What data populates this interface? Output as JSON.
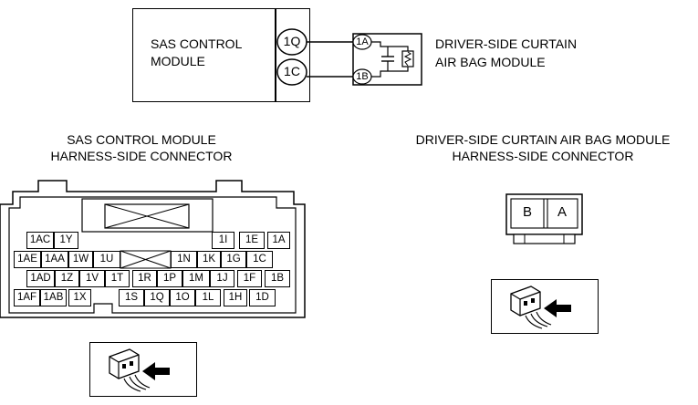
{
  "wiring": {
    "module_line1": "SAS CONTROL",
    "module_line2": "MODULE",
    "terminal_top": "1Q",
    "terminal_bottom": "1C",
    "airbag_terminal_top": "1A",
    "airbag_terminal_bottom": "1B",
    "airbag_line1": "DRIVER-SIDE CURTAIN",
    "airbag_line2": "AIR BAG MODULE"
  },
  "sas_connector": {
    "title_line1": "SAS CONTROL MODULE",
    "title_line2": "HARNESS-SIDE CONNECTOR",
    "row1_left": [
      "1AC",
      "1Y"
    ],
    "row1_right": [
      "1I",
      "1E",
      "1A"
    ],
    "row2_left": [
      "1AE",
      "1AA",
      "1W",
      "1U"
    ],
    "row2_right": [
      "1N",
      "1K",
      "1G",
      "1C"
    ],
    "row3": [
      "1AD",
      "1Z",
      "1V",
      "1T",
      "1R",
      "1P",
      "1M",
      "1J",
      "1F",
      "1B"
    ],
    "row4_left": [
      "1AF",
      "1AB",
      "1X"
    ],
    "row4_right": [
      "1S",
      "1Q",
      "1O",
      "1L",
      "1H",
      "1D"
    ]
  },
  "airbag_connector": {
    "title_line1": "DRIVER-SIDE CURTAIN AIR BAG MODULE",
    "title_line2": "HARNESS-SIDE CONNECTOR",
    "pins": [
      "B",
      "A"
    ]
  },
  "icons": {
    "view_icon": "connector-view-arrow-icon"
  }
}
